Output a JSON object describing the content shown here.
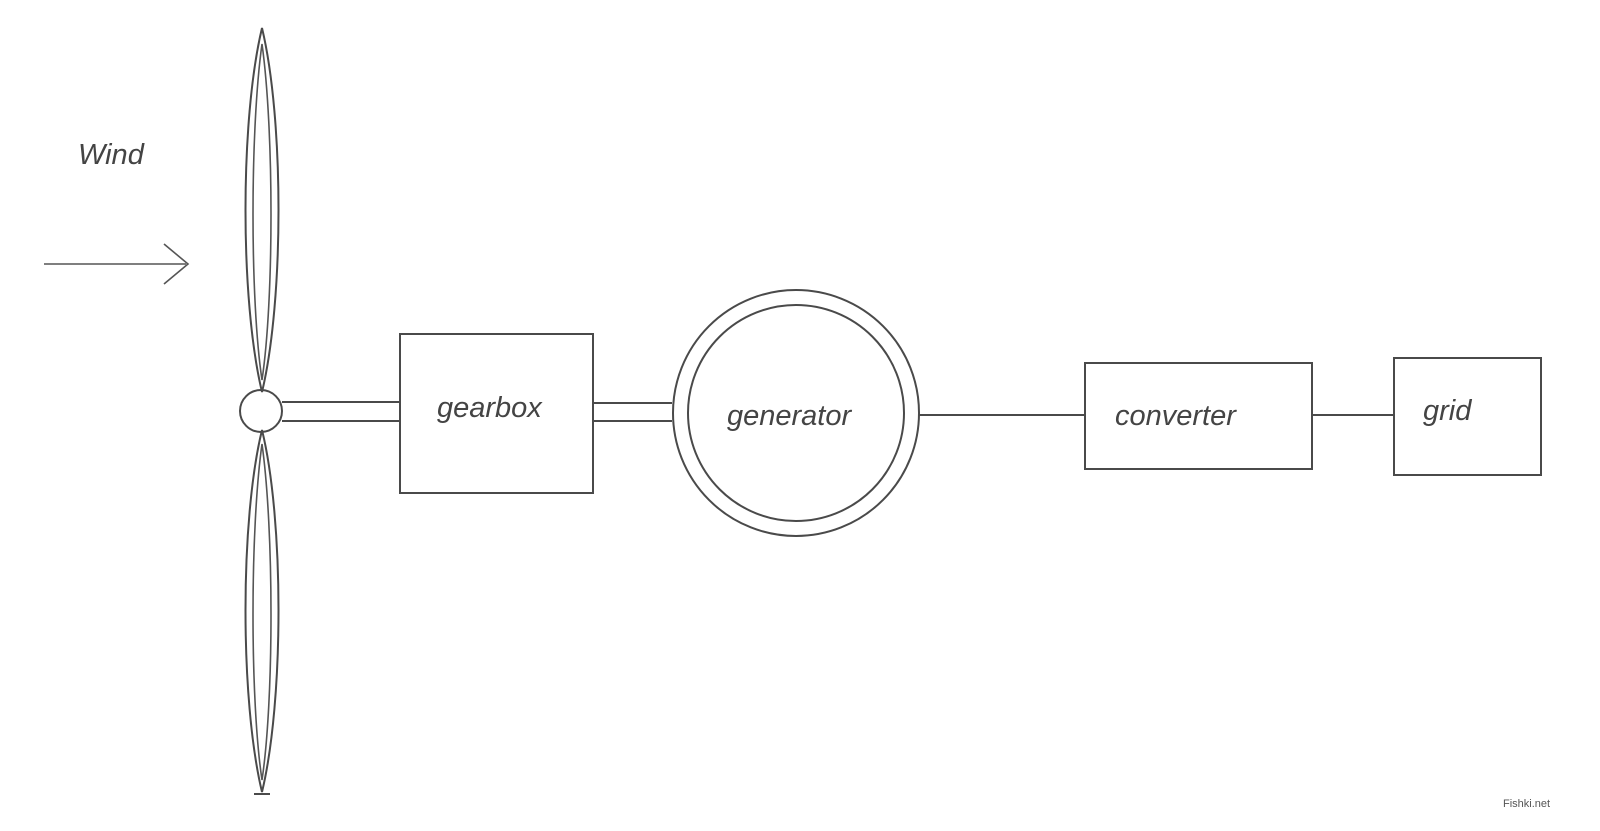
{
  "labels": {
    "wind": "Wind",
    "gearbox": "gearbox",
    "generator": "generator",
    "converter": "converter",
    "grid": "grid"
  },
  "watermark": "Fishki.net",
  "colors": {
    "line": "#4a4a4a",
    "text": "#444444",
    "background": "#ffffff"
  }
}
